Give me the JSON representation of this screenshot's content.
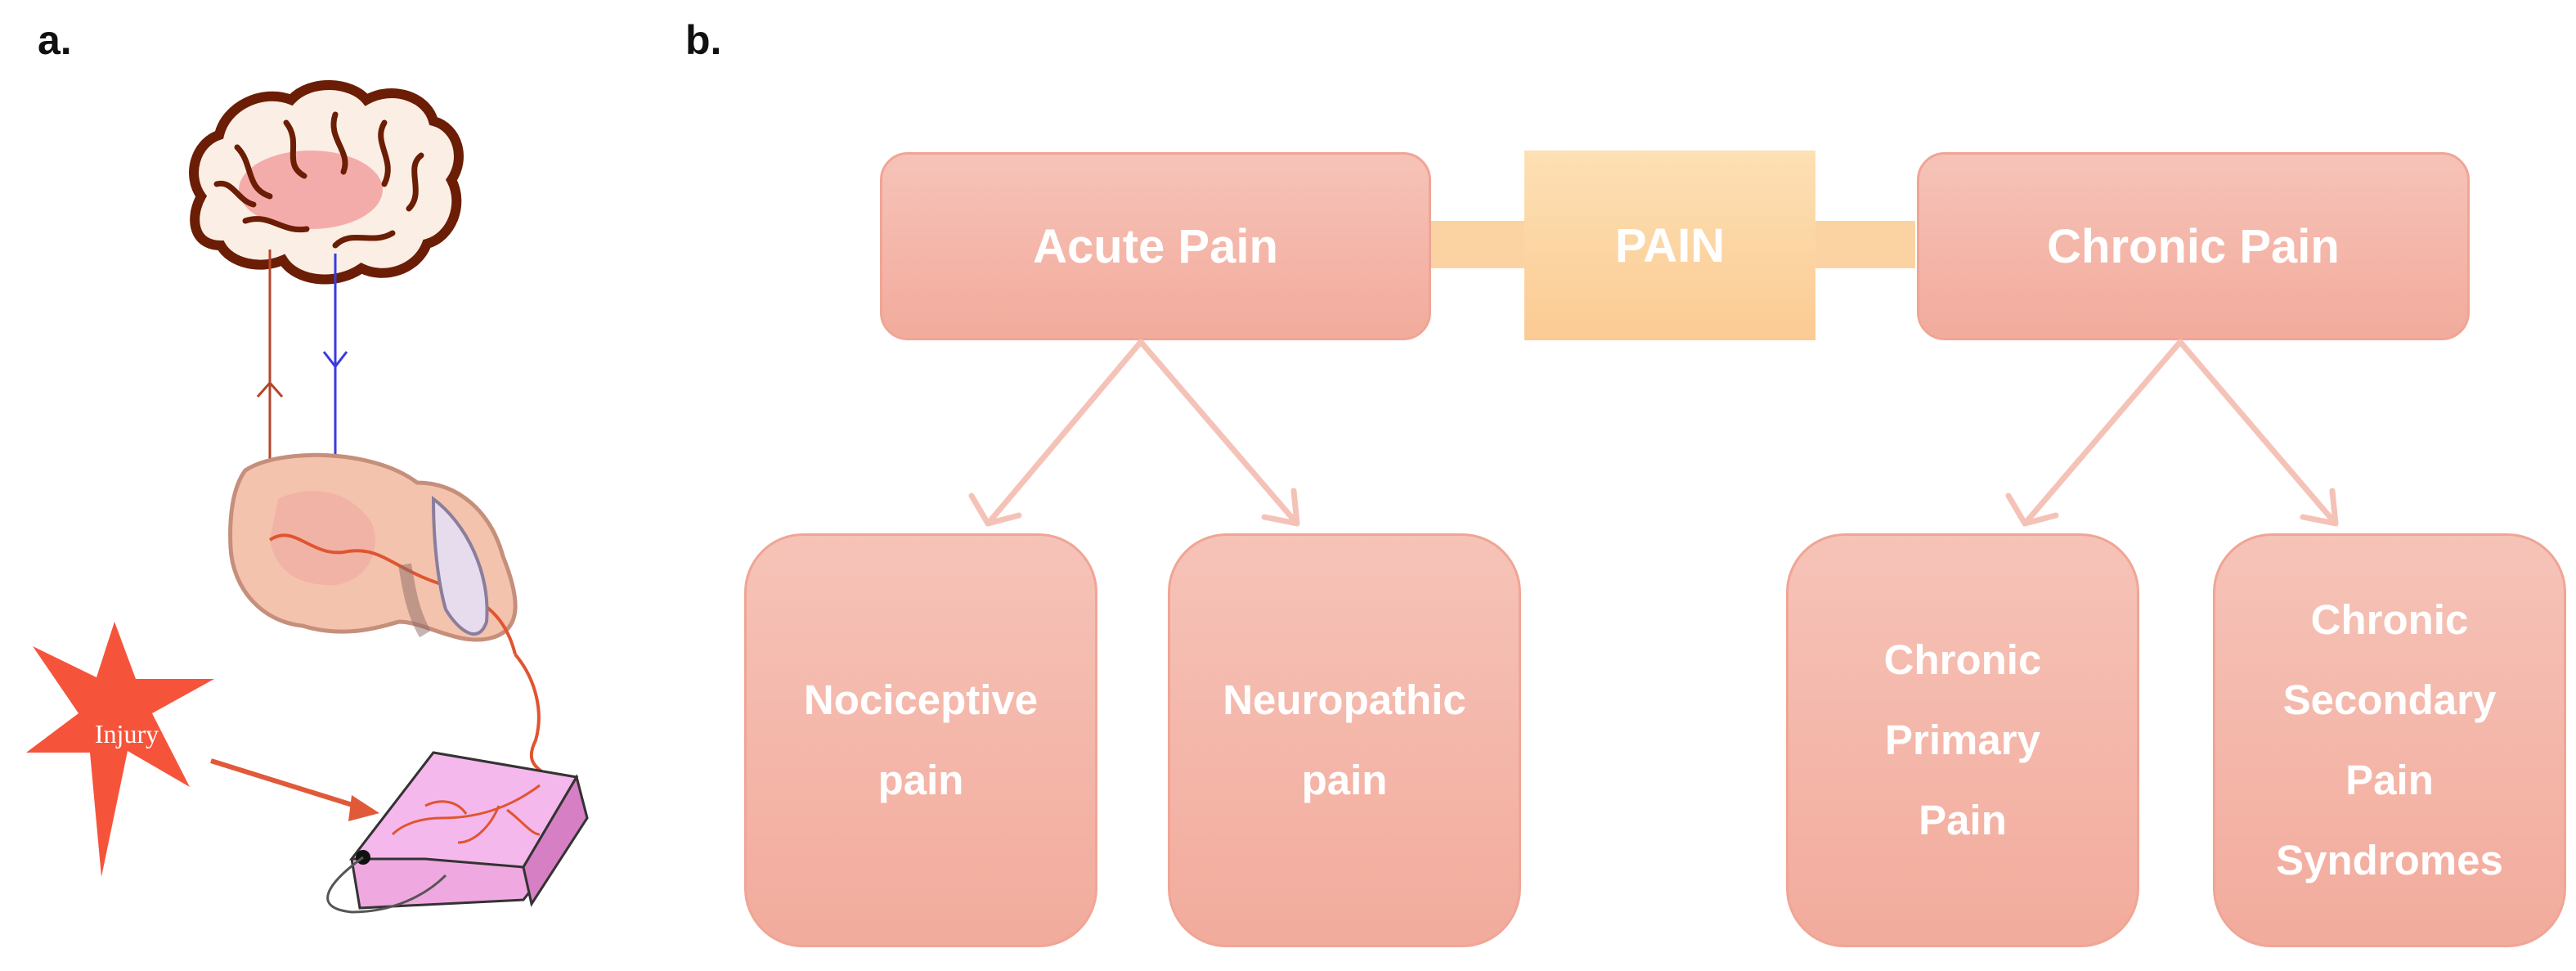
{
  "panels": {
    "a": "a.",
    "b": "b."
  },
  "panel_a": {
    "injury_label": "Injury"
  },
  "panel_b": {
    "center": "PAIN",
    "acute": {
      "label": "Acute Pain",
      "children": [
        "Nociceptive\npain",
        "Neuropathic\npain"
      ]
    },
    "chronic": {
      "label": "Chronic Pain",
      "children": [
        "Chronic\nPrimary\nPain",
        "Chronic\nSecondary\nPain\nSyndromes"
      ]
    }
  },
  "colors": {
    "box_fill": "#f4b6a9",
    "center_fill": "#fcd4a4",
    "arrow": "#f5c2b8",
    "ascending_path": "#c0392b",
    "descending_path": "#3a3adf",
    "injury": "#f5543b"
  }
}
